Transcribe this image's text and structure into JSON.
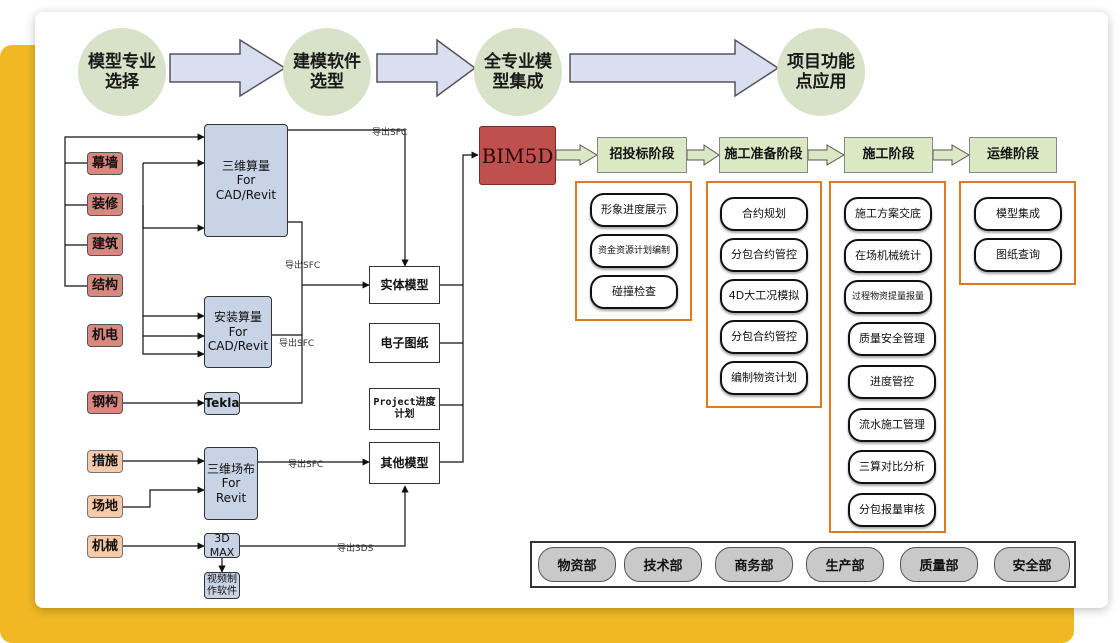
{
  "process": [
    "模型专业\n选择",
    "建模软件\n选型",
    "全专业模\n型集成",
    "项目功能\n点应用"
  ],
  "sources": {
    "curtain": "幕墙",
    "decoration": "装修",
    "architecture": "建筑",
    "structure": "结构",
    "mep": "机电",
    "steel": "钢构",
    "measures": "措施",
    "site": "场地",
    "machinery": "机械"
  },
  "tools": {
    "revit3d": "三维算量\nFor\nCAD/Revit",
    "install": "安装算量\nFor\nCAD/Revit",
    "tekla": "Tekla",
    "siteRevit": "三维场布\nFor\nRevit",
    "max3d": "3D\nMAX",
    "video": "视频制\n作软件"
  },
  "models": {
    "solid": "实体模型",
    "drawings": "电子图纸",
    "project": "Project进度\n计划",
    "other": "其他模型"
  },
  "edgeLabels": {
    "sfc": "导出SFC",
    "sfc2": "导出SFC",
    "sfc3": "导出SFC",
    "sfc4": "导出SFC",
    "threeDs": "导出3DS"
  },
  "bim5d": "BIM5D",
  "stages": [
    "招投标阶段",
    "施工准备阶段",
    "施工阶段",
    "运维阶段"
  ],
  "groups": {
    "bidding": [
      "形象进度展示",
      "资金资源计划编制",
      "碰撞检查"
    ],
    "prep": [
      "合约规划",
      "分包合约管控",
      "4D大工况模拟",
      "分包合约管控",
      "编制物资计划"
    ],
    "construction": [
      "施工方案交底",
      "在场机械统计",
      "过程物资提量报量",
      "质量安全管理",
      "进度管控",
      "流水施工管理",
      "三算对比分析",
      "分包报量审核"
    ],
    "operation": [
      "模型集成",
      "图纸查询"
    ]
  },
  "departments": [
    "物资部",
    "技术部",
    "商务部",
    "生产部",
    "质量部",
    "安全部"
  ],
  "colors": {
    "accentYellow": "#f0b823",
    "bim": "#c0504d",
    "groupBorder": "#e07b1d",
    "stage": "#dbe8c4",
    "circle": "#d7e2c8"
  }
}
